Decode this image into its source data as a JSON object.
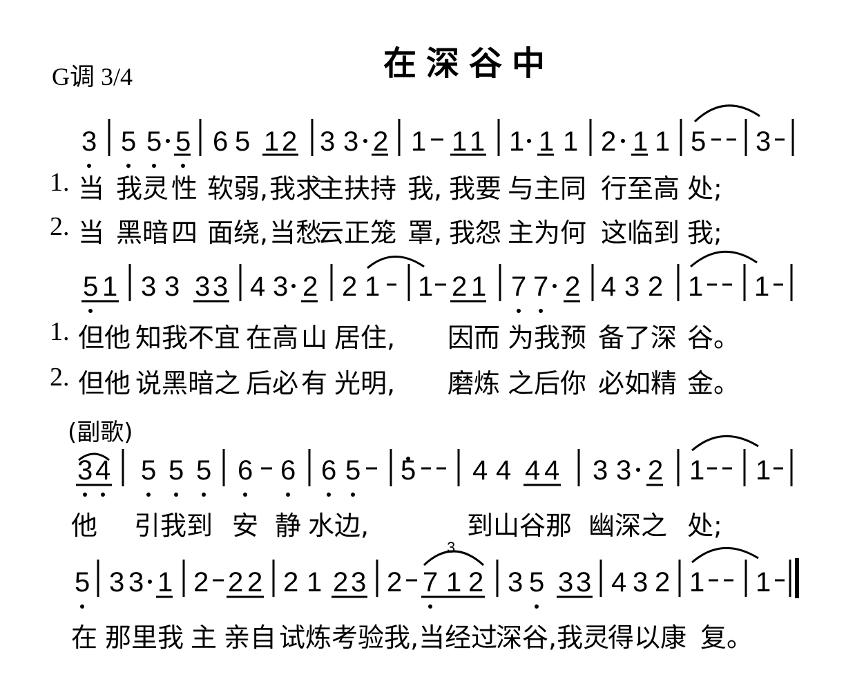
{
  "title": "在深谷中",
  "key_signature": "G调 3/4",
  "chorus_label": "(副歌)",
  "notation": {
    "line1": "3 | 5 5·5 | 6 5 1 2 | 3 3·2 | 1 – 1 1 | 1·1 1 | 2·1 1 | 5 – – | 3 –",
    "line2": "5 1 | 3 3 3 3 | 4 3·2 | 2 1 – | 1 – 2 1 | 7 7·2 | 4 3 2 | 1 – – | 1 –",
    "line3": "3 4 | 5 5 5 | 6 – 6 | 6 5 – | 5 – – | 4 4 4 4 | 3 3·2 | 1 – – | 1 –",
    "line4": "5 | 3 3·1 | 2 – 2 2 | 2 1 2 3 | 2 – 7 1 2 | 3 5 3 3 | 4 3 2 | 1 – – | 1 –",
    "triplet_mark": "3"
  },
  "lyrics": {
    "v1_line1": [
      "1.",
      "当",
      "我灵",
      "性",
      "软弱,",
      "我求",
      "主扶持",
      "我,",
      "我要",
      "与主同",
      "行至高",
      "处;"
    ],
    "v2_line1": [
      "2.",
      "当",
      "黑暗",
      "四",
      "面绕,",
      "当愁",
      "云正笼",
      "罩,",
      "我怨",
      "主为何",
      "这临到",
      "我;"
    ],
    "v1_line2": [
      "1.",
      "但他",
      "知我不宜",
      "在高",
      "山",
      "居住,",
      "因而",
      "为我预",
      "备了深",
      "谷。"
    ],
    "v2_line2": [
      "2.",
      "但他",
      "说黑暗之",
      "后必",
      "有",
      "光明,",
      "磨炼",
      "之后你",
      "必如精",
      "金。"
    ],
    "chorus_line1": [
      "他",
      "引我到",
      "安",
      "静",
      "水边,",
      "到山谷那",
      "幽深之",
      "处;"
    ],
    "chorus_line2": [
      "在",
      "那里我",
      "主",
      "亲自",
      "试炼考验",
      "我,当经过",
      "深谷,我灵",
      "得以康",
      "复。"
    ]
  }
}
